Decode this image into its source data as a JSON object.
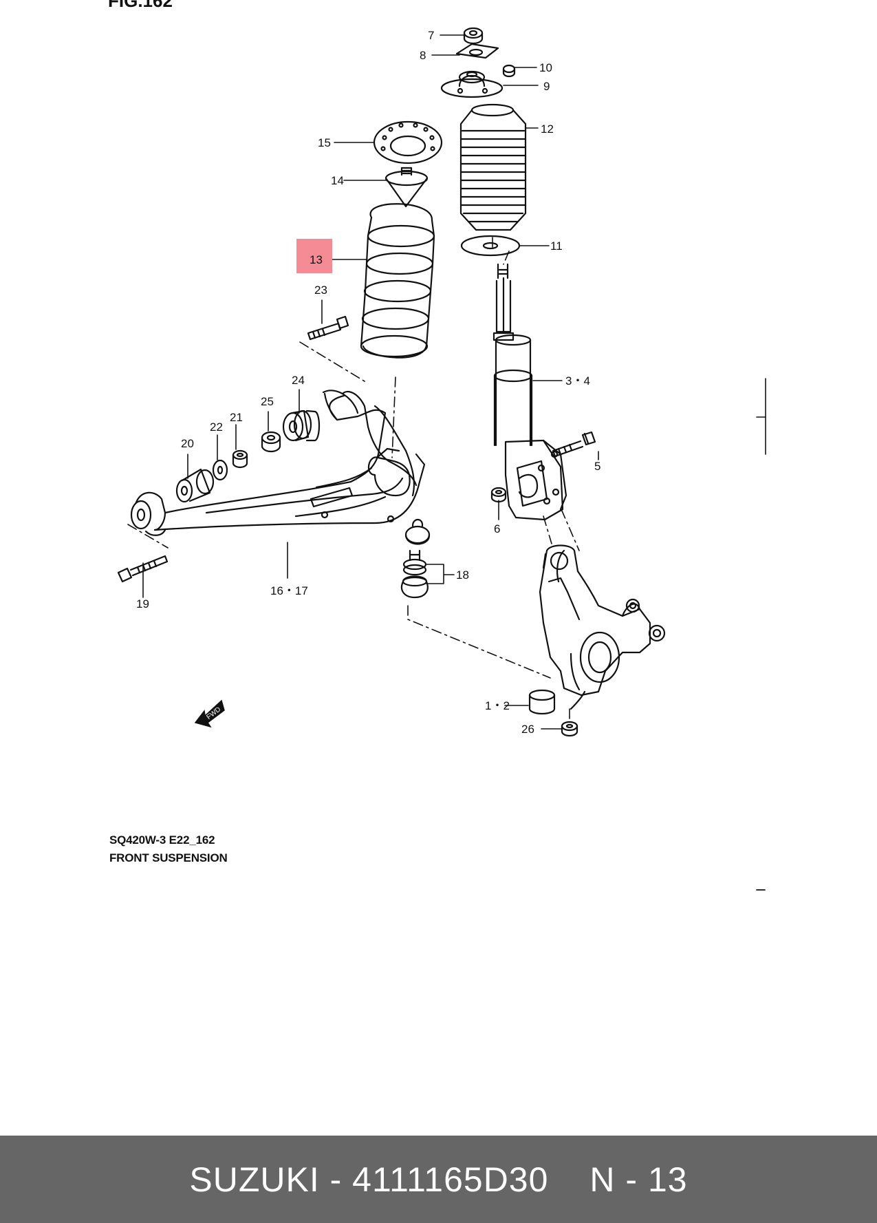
{
  "figure": {
    "title": "FIG.162",
    "code": "SQ420W-3 E22_162",
    "name": "FRONT SUSPENSION",
    "fwd_label": "FWD",
    "highlight_color": "#f48b95"
  },
  "callouts": [
    "7",
    "8",
    "10",
    "9",
    "12",
    "11",
    "15",
    "14",
    "13",
    "23",
    "3・4",
    "24",
    "25",
    "21",
    "22",
    "20",
    "5",
    "6",
    "18",
    "16・17",
    "19",
    "1・2",
    "26"
  ],
  "footer": {
    "brand_part": "SUZUKI - 4111165D30",
    "position_code": "N - 13",
    "background": "#666666"
  }
}
